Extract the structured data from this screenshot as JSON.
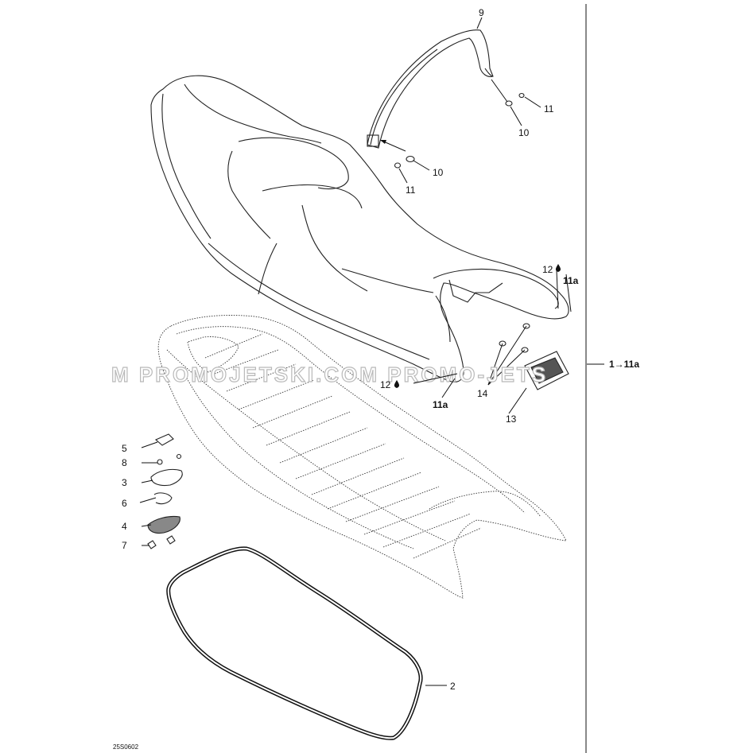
{
  "diagram": {
    "watermark": "M PROMOJETSKI.COM PROMO-JETS",
    "drawing_code": "25S0602",
    "range_label": "1→11a",
    "callouts": [
      {
        "id": "c9",
        "label": "9"
      },
      {
        "id": "c11-top",
        "label": "11"
      },
      {
        "id": "c10-top",
        "label": "10"
      },
      {
        "id": "c10-mid",
        "label": "10"
      },
      {
        "id": "c11-mid",
        "label": "11"
      },
      {
        "id": "c12-right",
        "label": "12"
      },
      {
        "id": "c11a-right",
        "label": "11a"
      },
      {
        "id": "c12-left",
        "label": "12"
      },
      {
        "id": "c11a-bottom",
        "label": "11a"
      },
      {
        "id": "c14",
        "label": "14"
      },
      {
        "id": "c13",
        "label": "13"
      },
      {
        "id": "c5",
        "label": "5"
      },
      {
        "id": "c8",
        "label": "8"
      },
      {
        "id": "c3",
        "label": "3"
      },
      {
        "id": "c6",
        "label": "6"
      },
      {
        "id": "c4",
        "label": "4"
      },
      {
        "id": "c7",
        "label": "7"
      },
      {
        "id": "c2",
        "label": "2"
      }
    ],
    "parts": [
      "seat-cover",
      "seat-base",
      "grab-strap",
      "seal",
      "latch-assembly",
      "plate",
      "bolts",
      "nuts"
    ]
  }
}
